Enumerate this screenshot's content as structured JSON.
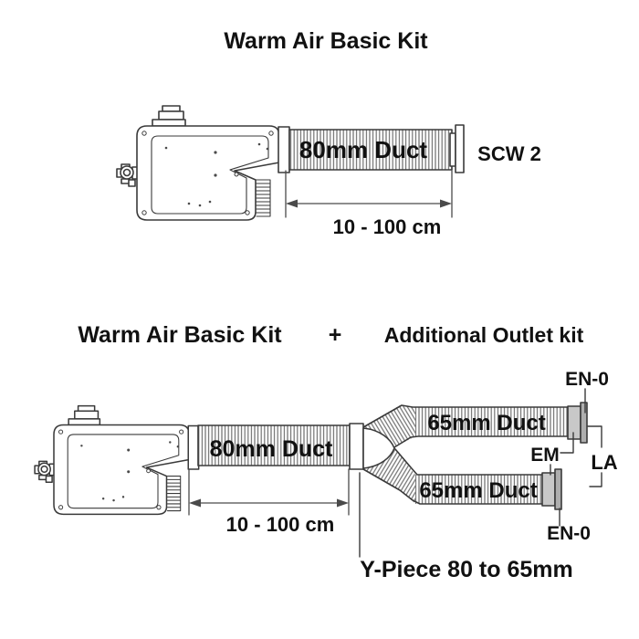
{
  "colors": {
    "background": "#ffffff",
    "line": "#3a3a3a",
    "text": "#111111",
    "corrugation": "#707070",
    "dim": "#4a4a4a",
    "connector_gray": "#c8c8c8",
    "flange_gray": "#aeaeae"
  },
  "kit1": {
    "title": "Warm Air Basic Kit",
    "duct_label": "80mm Duct",
    "connector_label": "SCW 2",
    "duct_length_label": "10 - 100 cm"
  },
  "kit2": {
    "title_basic": "Warm Air Basic Kit",
    "title_plus": "+",
    "title_additional": "Additional Outlet kit",
    "duct_label_80": "80mm Duct",
    "duct_length_label": "10 - 100 cm",
    "duct_label_65_upper": "65mm Duct",
    "duct_label_65_lower": "65mm Duct",
    "outlet_top_label": "EN-0",
    "muff_label": "EM",
    "bracket_label": "LA",
    "outlet_bottom_label": "EN-0",
    "ypiece_label": "Y-Piece 80 to 65mm"
  }
}
